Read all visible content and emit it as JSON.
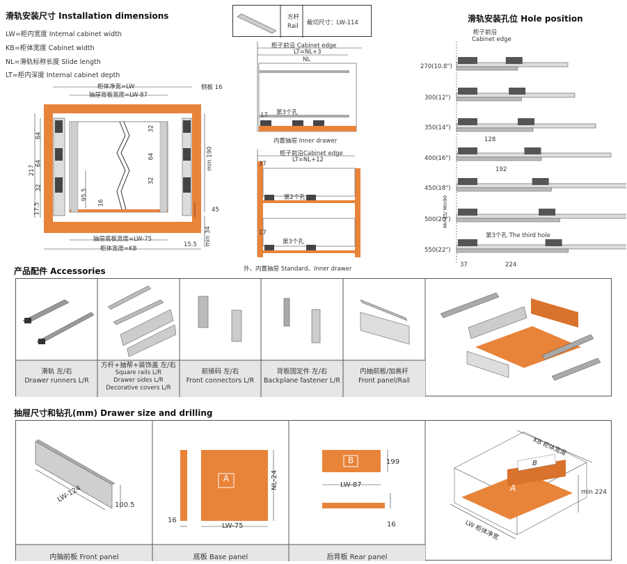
{
  "install": {
    "title": "滑轨安装尺寸 Installation dimensions",
    "legend": [
      "LW=柜内宽度  Internal cabinet width",
      "KB=柜体宽度  Cabinet width",
      "NL=滑轨标称长度  Slide length",
      "LT=柜内深度  Internal cabinet depth"
    ],
    "labels": {
      "lw_top": "柜体净宽=LW",
      "back_width": "抽屉背板宽度=LW-87",
      "side_panel": "侧板 16",
      "bottom_width": "抽屉底板宽度=LW-75",
      "kb_width": "柜体宽度=KB",
      "v_217": "217",
      "v_64a": "64",
      "v_64b": "64",
      "v_32": "32",
      "v_175": "17.5",
      "v_32b": "32",
      "v_64c": "64",
      "v_32c": "32",
      "v_955": "95.5",
      "v_16": "16",
      "min190": "min 190",
      "v_45": "45",
      "v_155": "15.5",
      "min34": "min 34"
    }
  },
  "rail_box": {
    "label_cn": "方杆",
    "label_en": "Rail",
    "cut": "截切尺寸：LW-114"
  },
  "inner": {
    "edge": "柜子前沿 Cabinet edge",
    "lt": "LT=NL+3",
    "nl": "NL",
    "hole3": "第3个孔",
    "v17": "17",
    "caption": "内置抽屉 Inner drawer"
  },
  "standard": {
    "edge": "柜子前沿Cabinet edge",
    "lt": "LT=NL+12",
    "v37": "37",
    "v17": "17",
    "hole2": "第2个孔",
    "hole3": "第3个孔",
    "caption": "外、内置抽屉 Standard、Inner drawer"
  },
  "hole": {
    "title": "滑轨安装孔位 Hole position",
    "edge_cn": "柜子前沿",
    "edge_en": "Cabinet edge",
    "rows": [
      "270(10.8\")",
      "300(12\")",
      "350(14\")",
      "400(16\")",
      "450(18\")",
      "500(20\")",
      "550(22\")"
    ],
    "d128": "128",
    "d192": "192",
    "d224": "224",
    "d37": "37",
    "third": "第3个孔  The third hole",
    "side": "Min45/ Min90"
  },
  "accessories": {
    "title": "产品配件 Accessories",
    "items": [
      {
        "cn": "滑轨  左/右",
        "en": "Drawer runners  L/R"
      },
      {
        "cn": "方杆+抽帮+装饰盖  左/右",
        "en": "Square rails  L/R",
        "en2": "Drawer sides  L/R",
        "en3": "Decorative covers  L/R"
      },
      {
        "cn": "前接码  左/右",
        "en": "Front connectors  L/R"
      },
      {
        "cn": "背板固定件  左/右",
        "en": "Backplane fastener  L/R"
      },
      {
        "cn": "内抽前板/加高杆",
        "en": "Front panel/Rail"
      }
    ]
  },
  "drilling": {
    "title": "抽屉尺寸和钻孔(mm)  Drawer size and drilling",
    "front": {
      "caption": "内抽前板    Front panel",
      "lw": "LW-124",
      "h": "100.5"
    },
    "base": {
      "caption": "底板   Base panel",
      "t": "16",
      "w": "LW-75",
      "nl": "NL-24",
      "letter": "A"
    },
    "rear": {
      "caption": "后背板   Rear panel",
      "h": "199",
      "w": "LW-87",
      "t": "16",
      "letter": "B"
    },
    "cab": {
      "kb": "KB 柜体宽度",
      "lw": "LW 柜体净宽",
      "min": "min 224",
      "a": "A",
      "b": "B"
    }
  },
  "colors": {
    "orange": "#E8833A",
    "grey": "#9a9a9a",
    "frame": "#555555"
  }
}
